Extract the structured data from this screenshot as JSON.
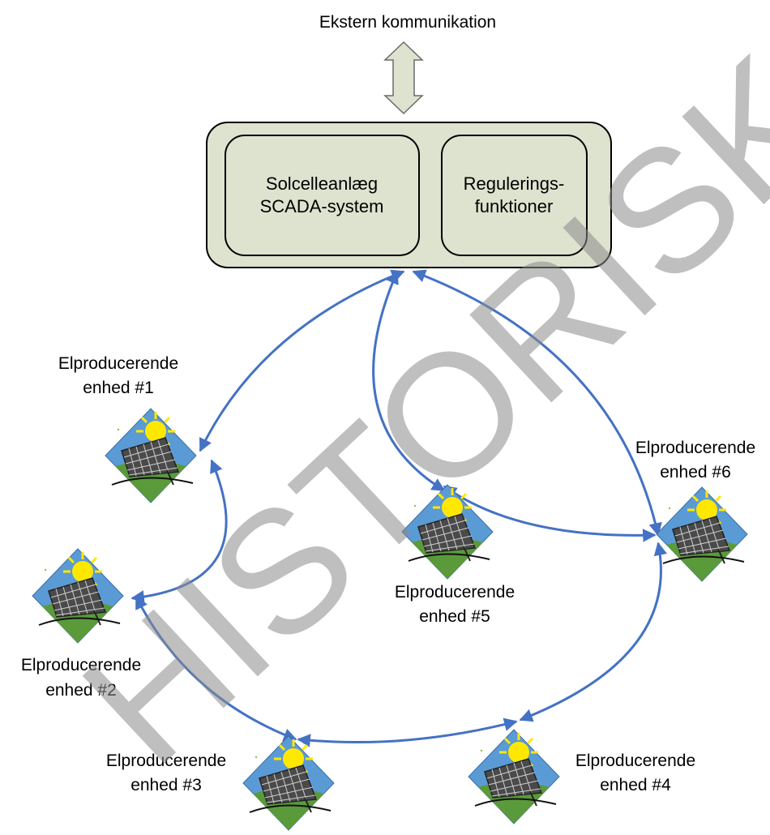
{
  "external": {
    "label": "Ekstern kommunikation"
  },
  "system_box": {
    "left": {
      "line1": "Solcelleanlæg",
      "line2": "SCADA-system"
    },
    "right": {
      "line1": "Regulerings-",
      "line2": "funktioner"
    }
  },
  "units": [
    {
      "line1": "Elproducerende",
      "line2": "enhed #1"
    },
    {
      "line1": "Elproducerende",
      "line2": "enhed #2"
    },
    {
      "line1": "Elproducerende",
      "line2": "enhed #3"
    },
    {
      "line1": "Elproducerende",
      "line2": "enhed #4"
    },
    {
      "line1": "Elproducerende",
      "line2": "enhed #5"
    },
    {
      "line1": "Elproducerende",
      "line2": "enhed #6"
    }
  ],
  "watermark": "HISTORISK",
  "colors": {
    "arrow_blue": "#4472c4",
    "box_fill": "#dde3cf",
    "panel_blue": "#5b9bd5",
    "panel_green": "#5a9a3a",
    "sun_yellow": "#ffe800"
  }
}
